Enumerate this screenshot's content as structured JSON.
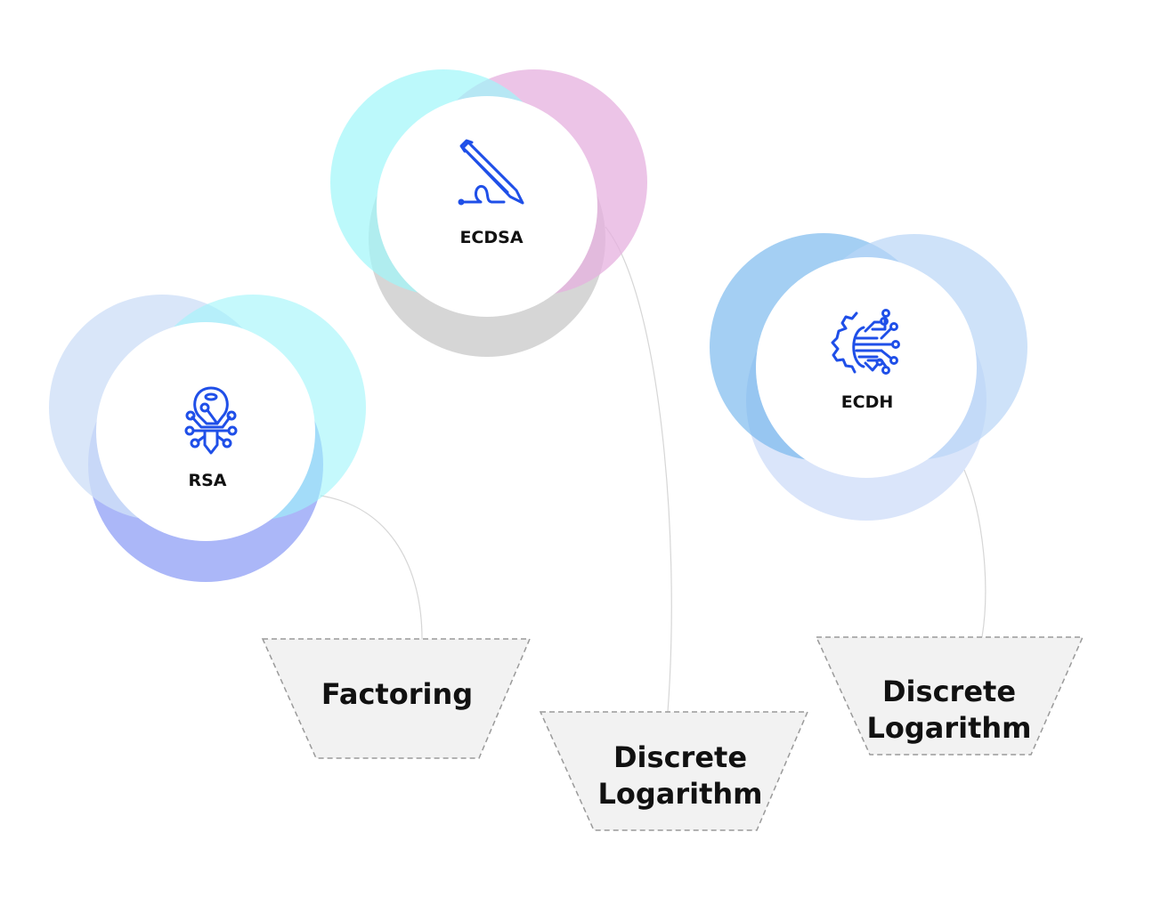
{
  "nodes": [
    {
      "label": "RSA",
      "icon": "key-circuit-icon",
      "problem": "Factoring"
    },
    {
      "label": "ECDSA",
      "icon": "pen-signature-icon",
      "problem_line1": "Discrete",
      "problem_line2": "Logarithm"
    },
    {
      "label": "ECDH",
      "icon": "gear-circuit-icon",
      "problem_line1": "Discrete",
      "problem_line2": "Logarithm"
    }
  ],
  "colors": {
    "icon": "#1f4fe8",
    "box": "#f2f2f2",
    "connector": "#d6d6d6"
  }
}
